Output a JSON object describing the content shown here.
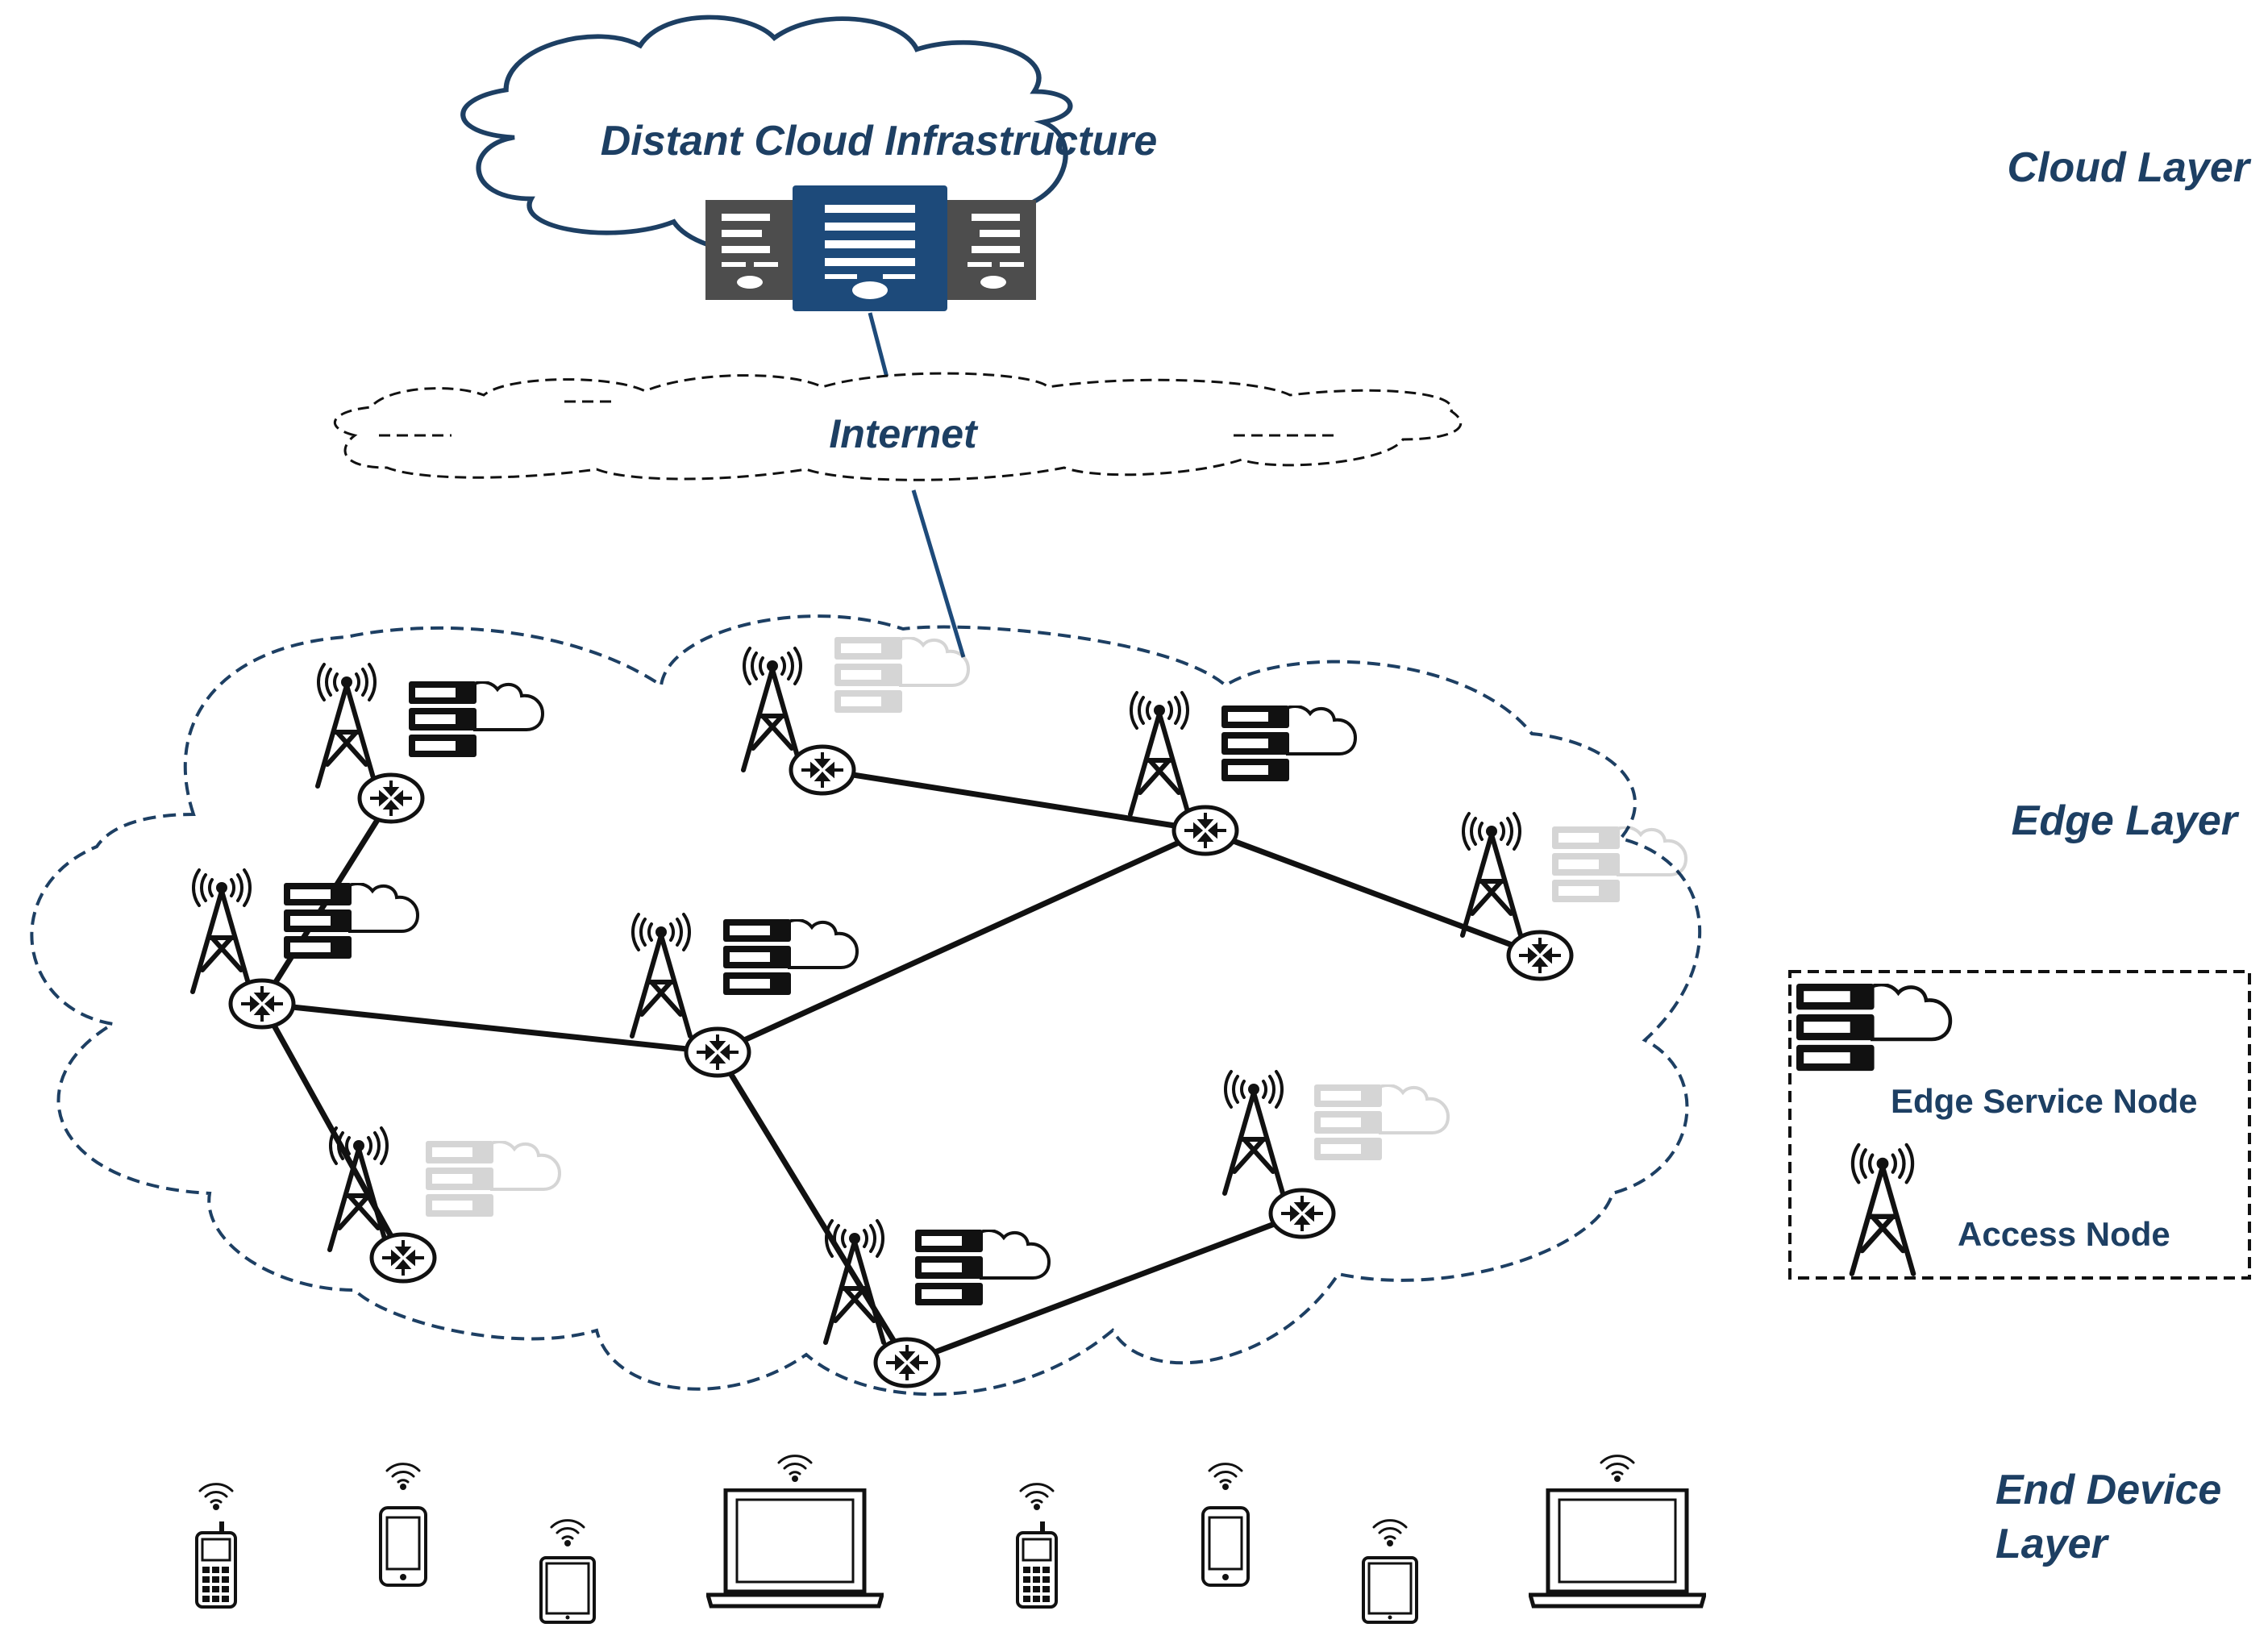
{
  "cloud": {
    "title": "Distant Cloud Infrastructure",
    "internet_label": "Internet"
  },
  "layers": {
    "cloud": "Cloud Layer",
    "edge": "Edge Layer",
    "end_device_line1": "End Device",
    "end_device_line2": "Layer"
  },
  "legend": {
    "edge_service_node": "Edge Service Node",
    "access_node": "Access Node"
  },
  "colors": {
    "brand_blue": "#1d3f63",
    "server_gray": "#4d4d4d",
    "link": "#111111",
    "uplink": "#1d4a7a"
  },
  "icons": {
    "router": "router-icon",
    "tower": "antenna-tower-icon",
    "edge_server": "edge-server-cloud-icon",
    "phone": "phone-icon",
    "smartphone": "smartphone-icon",
    "tablet": "tablet-icon",
    "laptop": "laptop-icon",
    "wifi": "wifi-icon"
  }
}
